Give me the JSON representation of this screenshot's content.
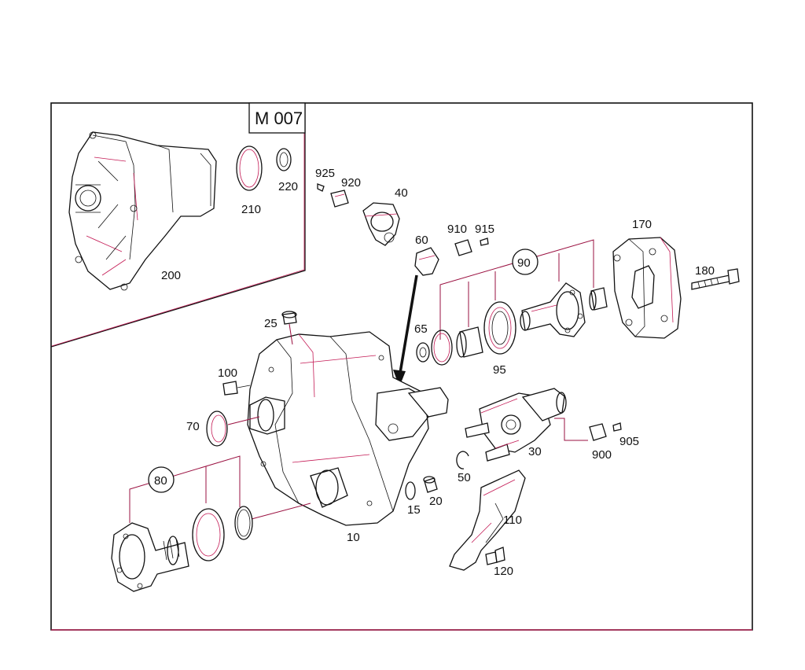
{
  "diagram": {
    "reference_label": "M 007",
    "callouts": {
      "p10": "10",
      "p15": "15",
      "p20": "20",
      "p25": "25",
      "p30": "30",
      "p40": "40",
      "p50": "50",
      "p60": "60",
      "p65": "65",
      "p70": "70",
      "p80": "80",
      "p90": "90",
      "p95": "95",
      "p100": "100",
      "p110": "110",
      "p120": "120",
      "p170": "170",
      "p180": "180",
      "p200": "200",
      "p210": "210",
      "p220": "220",
      "p900": "900",
      "p905": "905",
      "p910": "910",
      "p915": "915",
      "p920": "920",
      "p925": "925"
    },
    "colors": {
      "outline": "#111111",
      "accent": "#c41a55",
      "background": "#ffffff"
    }
  }
}
